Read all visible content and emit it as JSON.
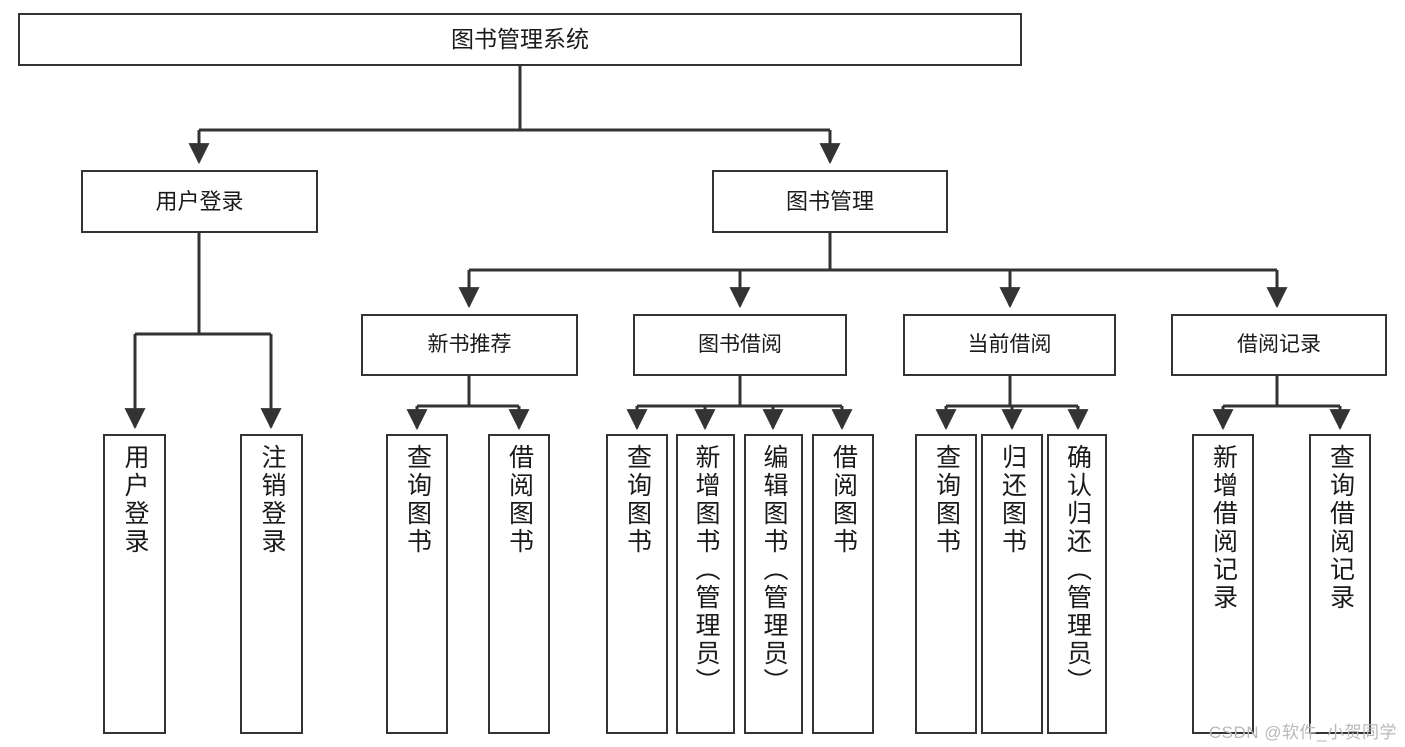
{
  "diagram": {
    "title": "图书管理系统",
    "type": "tree-hierarchy",
    "watermark": "CSDN @软件_小贺同学",
    "colors": {
      "stroke": "#333333",
      "fill": "#ffffff",
      "text": "#1a1a1a",
      "watermark": "#b9b9b9"
    },
    "root": {
      "label": "图书管理系统"
    },
    "level2": [
      {
        "label": "用户登录"
      },
      {
        "label": "图书管理"
      }
    ],
    "user_login_leaves": [
      {
        "label": "用户登录"
      },
      {
        "label": "注销登录"
      }
    ],
    "level3": [
      {
        "label": "新书推荐"
      },
      {
        "label": "图书借阅"
      },
      {
        "label": "当前借阅"
      },
      {
        "label": "借阅记录"
      }
    ],
    "new_book_leaves": [
      {
        "label": "查询图书"
      },
      {
        "label": "借阅图书"
      }
    ],
    "borrow_leaves": [
      {
        "label": "查询图书"
      },
      {
        "label": "新增图书（管理员）"
      },
      {
        "label": "编辑图书（管理员）"
      },
      {
        "label": "借阅图书"
      }
    ],
    "current_leaves": [
      {
        "label": "查询图书"
      },
      {
        "label": "归还图书"
      },
      {
        "label": "确认归还（管理员）"
      }
    ],
    "record_leaves": [
      {
        "label": "新增借阅记录"
      },
      {
        "label": "查询借阅记录"
      }
    ]
  }
}
